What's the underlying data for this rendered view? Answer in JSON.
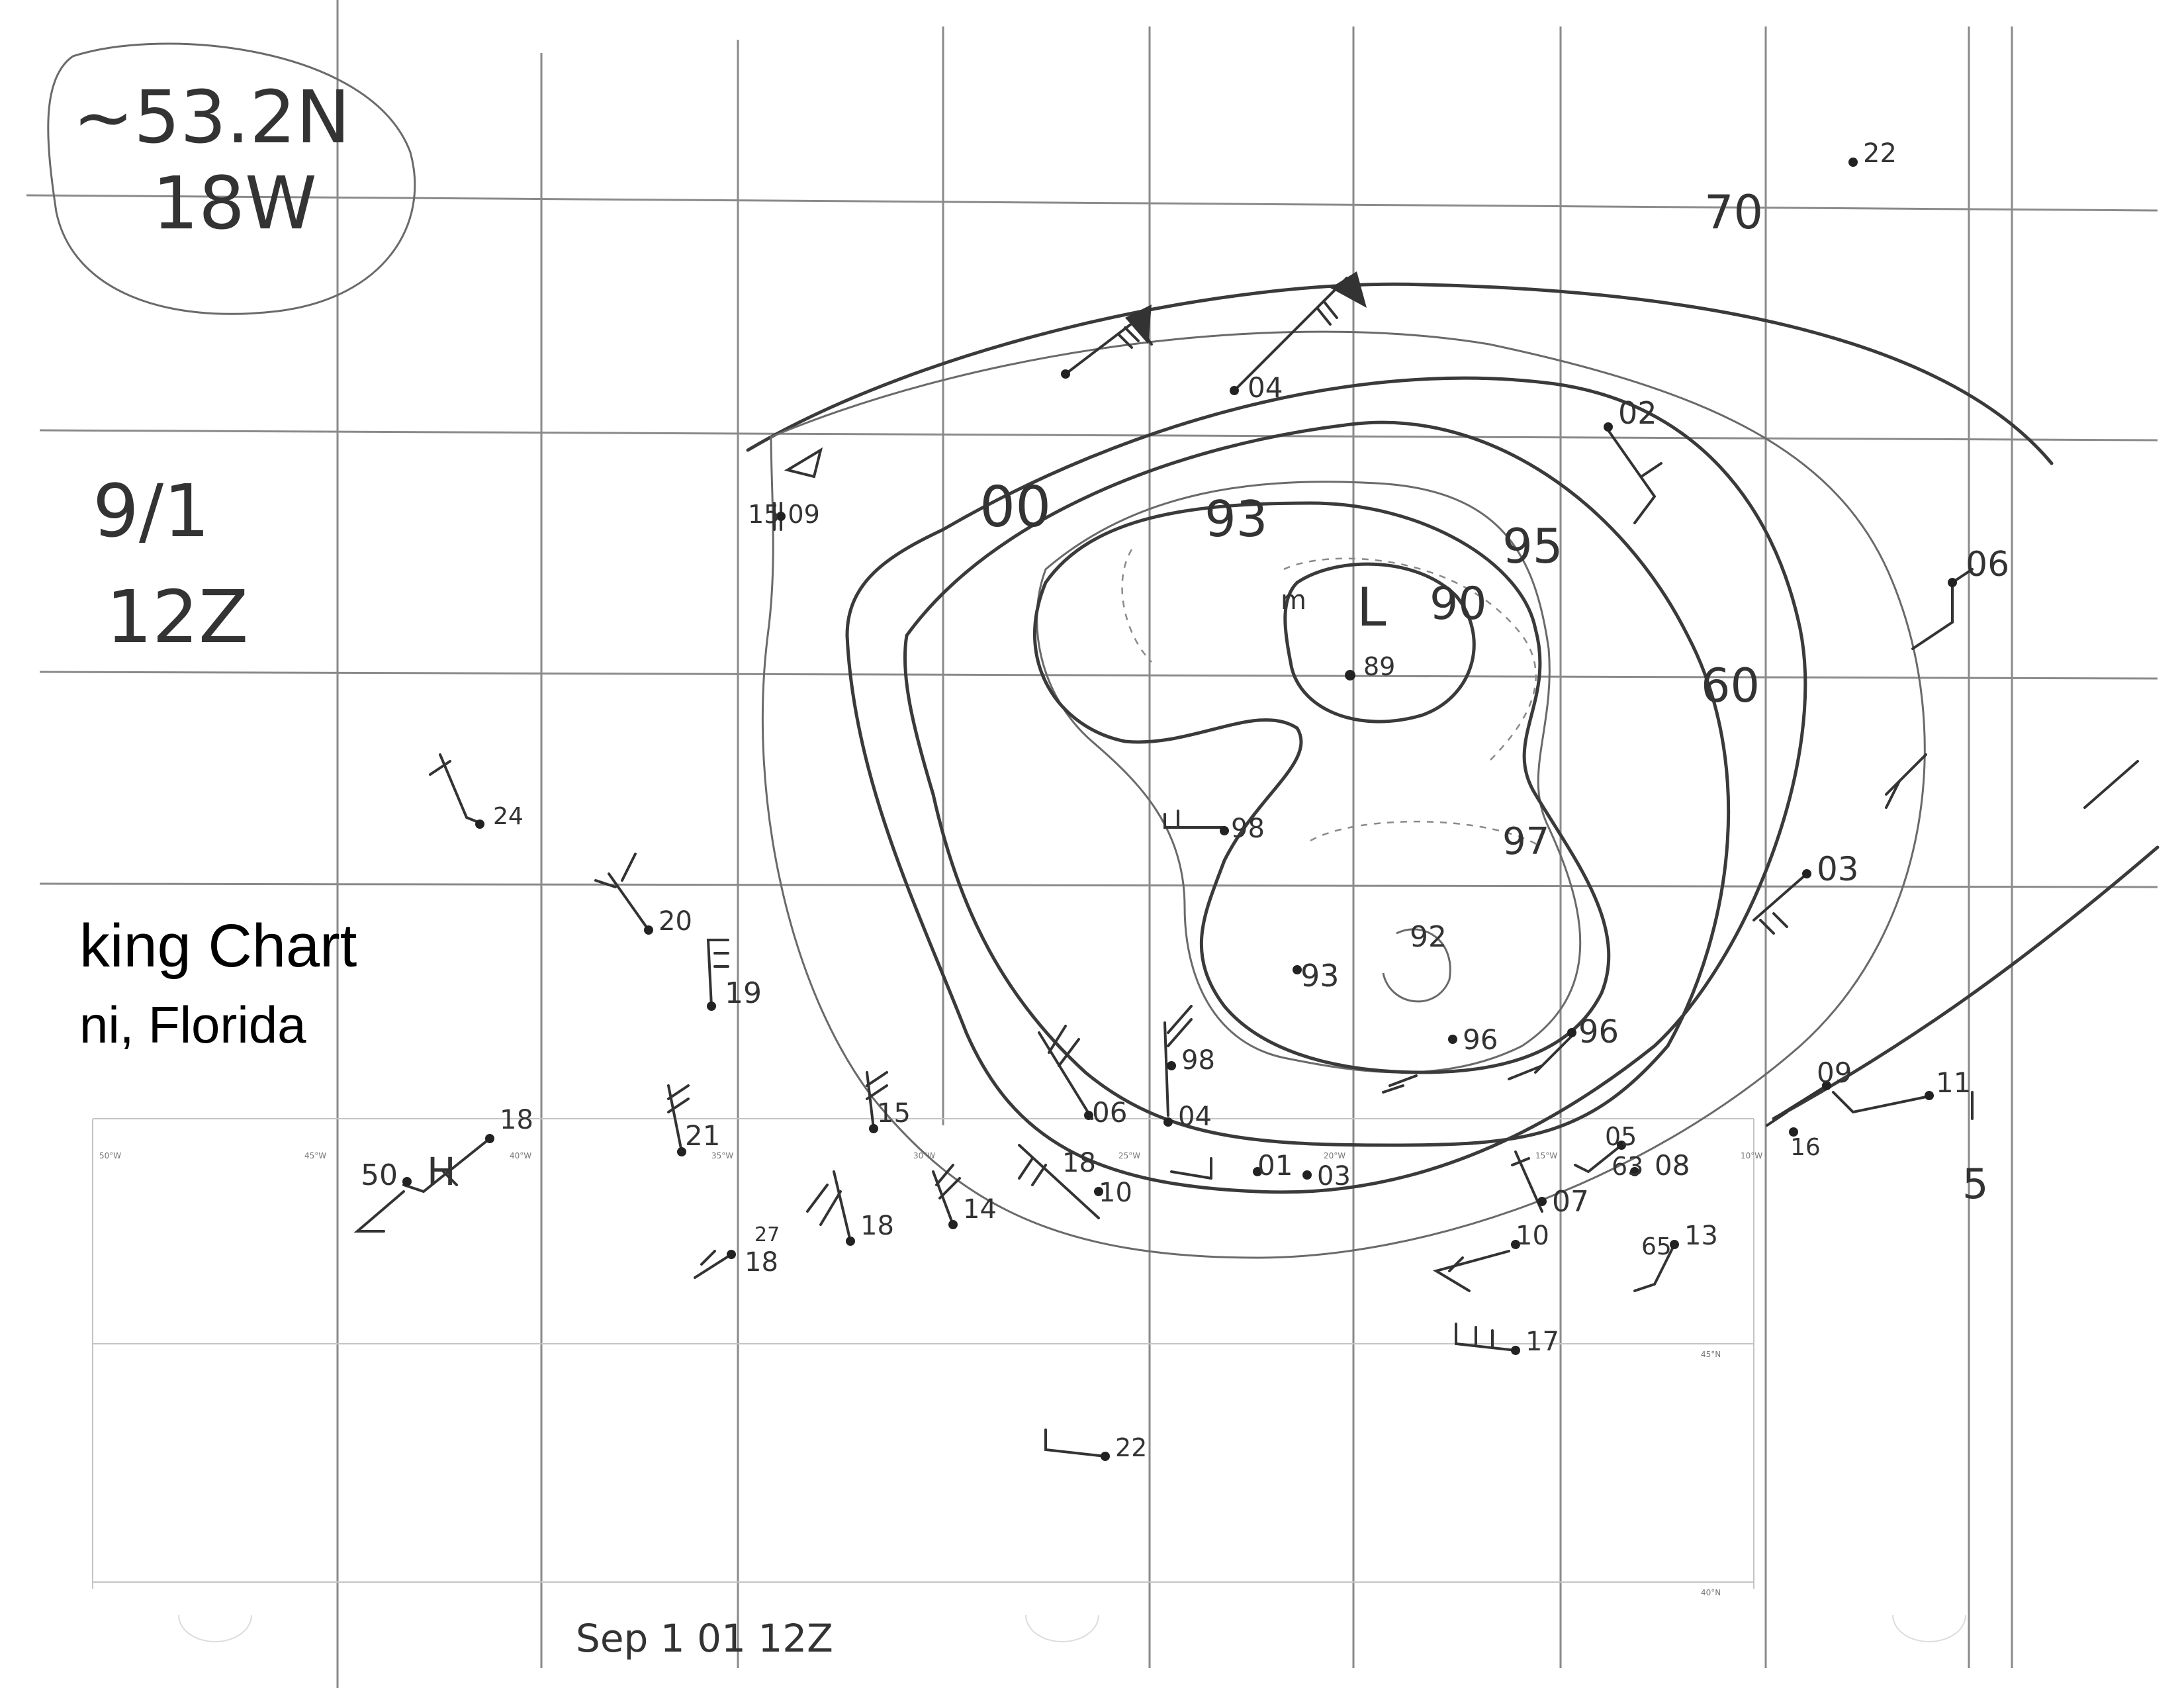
{
  "chart": {
    "title_fragment": "king Chart",
    "subtitle_fragment": "ni, Florida"
  },
  "annotations": {
    "position_line1": "~53.2N",
    "position_line2": "18W",
    "date_line1": "9/1",
    "date_line2": "12Z",
    "footer_date": "Sep 1 01 12Z",
    "grid_label_70": "70",
    "grid_label_60": "60",
    "grid_label_5": "5",
    "high_label": "H",
    "low_label": "L"
  },
  "isobar_labels": {
    "i00": "00",
    "i93": "93",
    "i95": "95",
    "i90": "90",
    "i97": "97",
    "i92": "92",
    "m": "m"
  },
  "stations": [
    {
      "label": "22"
    },
    {
      "label": "04"
    },
    {
      "label": "02"
    },
    {
      "label": "15 09"
    },
    {
      "label": "06"
    },
    {
      "label": "89"
    },
    {
      "label": "24"
    },
    {
      "label": "98"
    },
    {
      "label": "20"
    },
    {
      "label": "03"
    },
    {
      "label": "19"
    },
    {
      "label": "93"
    },
    {
      "label": "98"
    },
    {
      "label": "96"
    },
    {
      "label": "96"
    },
    {
      "label": "06"
    },
    {
      "label": "04"
    },
    {
      "label": "15"
    },
    {
      "label": "21"
    },
    {
      "label": "18"
    },
    {
      "label": "50"
    },
    {
      "label": "09"
    },
    {
      "label": "11"
    },
    {
      "label": "16"
    },
    {
      "label": "05"
    },
    {
      "label": "63"
    },
    {
      "label": "08"
    },
    {
      "label": "07"
    },
    {
      "label": "01"
    },
    {
      "label": "03"
    },
    {
      "label": "18"
    },
    {
      "label": "10"
    },
    {
      "label": "14"
    },
    {
      "label": "18"
    },
    {
      "label": "27"
    },
    {
      "label": "18"
    },
    {
      "label": "10"
    },
    {
      "label": "65"
    },
    {
      "label": "13"
    },
    {
      "label": "17"
    },
    {
      "label": "22"
    }
  ],
  "colors": {
    "ink": "#333333",
    "grid": "#8a8a8a",
    "paper": "#ffffff"
  }
}
